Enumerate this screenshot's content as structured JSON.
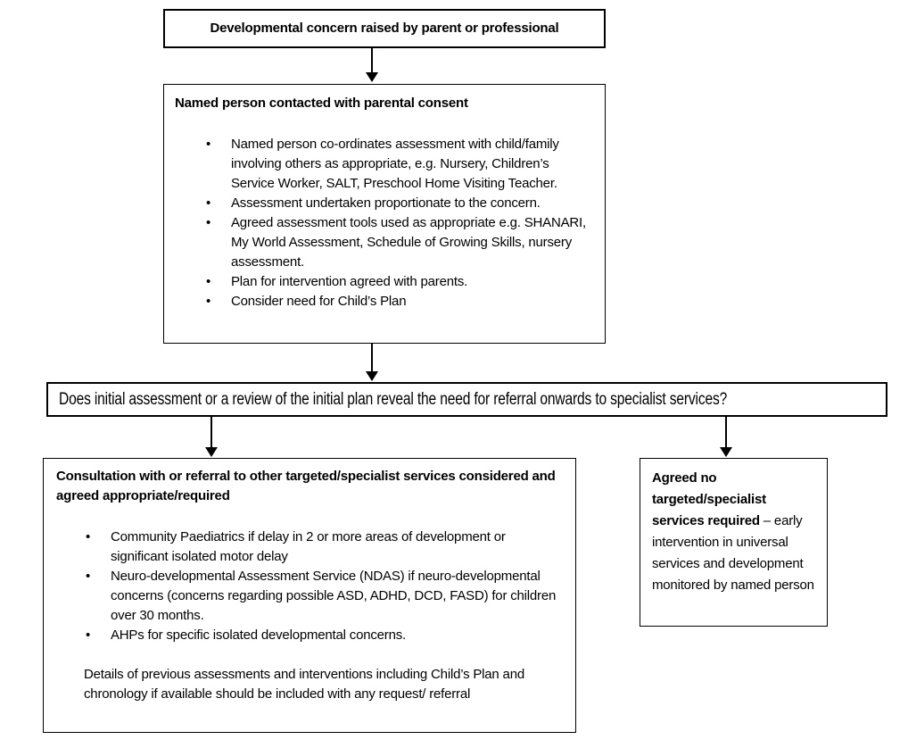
{
  "flowchart": {
    "top_box": {
      "title": "Developmental concern raised by parent or professional"
    },
    "named_person_box": {
      "title": "Named person contacted with parental consent",
      "bullets": [
        "Named person co-ordinates assessment with child/family involving others as appropriate, e.g. Nursery, Children’s Service Worker, SALT, Preschool Home Visiting Teacher.",
        "Assessment undertaken proportionate to the concern.",
        "Agreed assessment tools used as appropriate e.g. SHANARI, My World Assessment, Schedule of Growing Skills, nursery assessment.",
        "Plan for intervention agreed with parents.",
        "Consider need for Child’s Plan"
      ]
    },
    "question_box": {
      "text": "Does initial assessment or a review of the initial plan reveal the need for referral onwards to specialist services?"
    },
    "referral_box": {
      "title": "Consultation with or referral to other targeted/specialist services considered and agreed appropriate/required",
      "bullets": [
        "Community Paediatrics if delay in 2 or more areas of development or significant isolated motor delay",
        "Neuro-developmental Assessment Service (NDAS) if neuro-developmental concerns (concerns regarding possible ASD, ADHD, DCD, FASD) for children over 30 months.",
        "AHPs for specific isolated developmental concerns."
      ],
      "note": "Details of previous assessments and interventions including Child’s Plan and chronology if available should be included with any request/ referral"
    },
    "agreed_box": {
      "title_bold": "Agreed no targeted/specialist services required",
      "text_rest": " – early intervention in universal services and development monitored by named person"
    },
    "colors": {
      "border": "#000000",
      "background": "#ffffff",
      "text": "#000000"
    }
  }
}
